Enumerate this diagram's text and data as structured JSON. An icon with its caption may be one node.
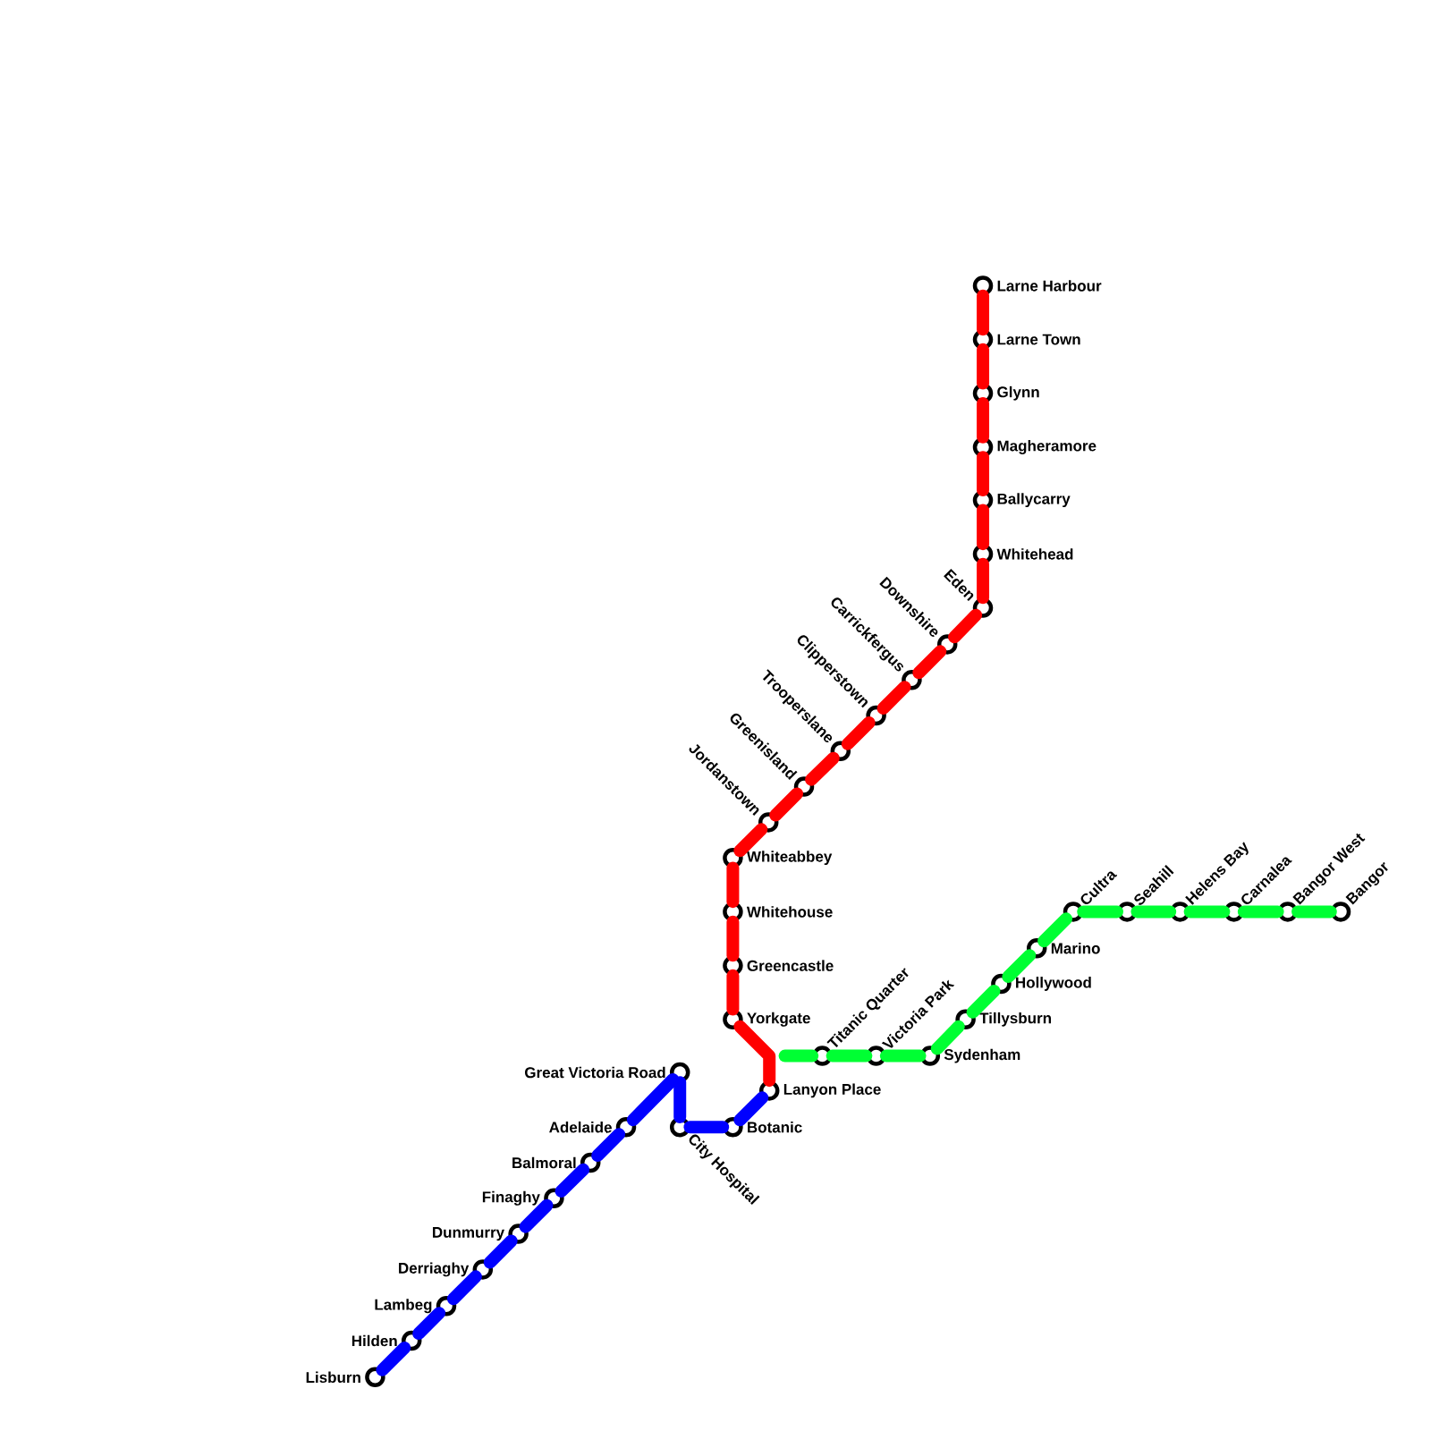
{
  "diagram": {
    "nodes": [
      {
        "text": [
          "Larne Harbour"
        ]
      },
      {
        "text": [
          "Larne Town"
        ]
      },
      {
        "text": [
          "Glynn"
        ]
      },
      {
        "text": [
          "Magheramore"
        ]
      },
      {
        "text": [
          "Ballycarry"
        ]
      },
      {
        "text": [
          "Whitehead"
        ]
      },
      {
        "text": [
          "Eden"
        ]
      },
      {
        "text": [
          "Downshire"
        ]
      },
      {
        "text": [
          "Carrickfergus"
        ]
      },
      {
        "text": [
          "Clipperstown"
        ]
      },
      {
        "text": [
          "Trooperslane"
        ]
      },
      {
        "text": [
          "Greenisland"
        ]
      },
      {
        "text": [
          "Jordanstown"
        ]
      },
      {
        "text": [
          "Whiteabbey"
        ]
      },
      {
        "text": [
          "Whitehouse"
        ]
      },
      {
        "text": [
          "Greencastle"
        ]
      },
      {
        "text": [
          "Yorkgate"
        ]
      },
      {
        "text": [
          "Lanyon Place"
        ]
      },
      {
        "text": [
          "Great Victoria Road"
        ]
      },
      {
        "text": [
          "City Hospital"
        ]
      },
      {
        "text": [
          "Botanic"
        ]
      },
      {
        "text": [
          "Adelaide"
        ]
      },
      {
        "text": [
          "Balmoral"
        ]
      },
      {
        "text": [
          "Finaghy"
        ]
      },
      {
        "text": [
          "Dunmurry"
        ]
      },
      {
        "text": [
          "Derriaghy"
        ]
      },
      {
        "text": [
          "Lambeg"
        ]
      },
      {
        "text": [
          "Hilden"
        ]
      },
      {
        "text": [
          "Lisburn"
        ]
      },
      {
        "text": [
          "Titanic Quarter"
        ]
      },
      {
        "text": [
          "Victoria Park"
        ]
      },
      {
        "text": [
          "Sydenham"
        ]
      },
      {
        "text": [
          "Tillysburn"
        ]
      },
      {
        "text": [
          "Hollywood"
        ]
      },
      {
        "text": [
          "Marino"
        ]
      },
      {
        "text": [
          "Cultra"
        ]
      },
      {
        "text": [
          "Seahill"
        ]
      },
      {
        "text": [
          "Helens Bay"
        ]
      },
      {
        "text": [
          "Carnalea"
        ]
      },
      {
        "text": [
          "Bangor West"
        ]
      },
      {
        "text": [
          "Bangor"
        ]
      }
    ],
    "edges": [
      {
        "from": 0,
        "to": 1,
        "arrow": "none",
        "color": "#ff0000"
      },
      {
        "from": 1,
        "to": 2,
        "arrow": "none",
        "color": "#ff0000"
      },
      {
        "from": 2,
        "to": 3,
        "arrow": "none",
        "color": "#ff0000"
      },
      {
        "from": 3,
        "to": 4,
        "arrow": "none",
        "color": "#ff0000"
      },
      {
        "from": 4,
        "to": 5,
        "arrow": "none",
        "color": "#ff0000"
      },
      {
        "from": 5,
        "to": 6,
        "arrow": "none",
        "color": "#ff0000"
      },
      {
        "from": 6,
        "to": 7,
        "arrow": "none",
        "color": "#ff0000"
      },
      {
        "from": 7,
        "to": 8,
        "arrow": "none",
        "color": "#ff0000"
      },
      {
        "from": 8,
        "to": 9,
        "arrow": "none",
        "color": "#ff0000"
      },
      {
        "from": 9,
        "to": 10,
        "arrow": "none",
        "color": "#ff0000"
      },
      {
        "from": 10,
        "to": 11,
        "arrow": "none",
        "color": "#ff0000"
      },
      {
        "from": 11,
        "to": 12,
        "arrow": "none",
        "color": "#ff0000"
      },
      {
        "from": 12,
        "to": 13,
        "arrow": "none",
        "color": "#ff0000"
      },
      {
        "from": 13,
        "to": 14,
        "arrow": "none",
        "color": "#ff0000"
      },
      {
        "from": 14,
        "to": 15,
        "arrow": "none",
        "color": "#ff0000"
      },
      {
        "from": 15,
        "to": 16,
        "arrow": "none",
        "color": "#ff0000"
      },
      {
        "from": 16,
        "to": 17,
        "arrow": "none",
        "color": "#ff0000"
      },
      {
        "from": 28,
        "to": 27,
        "arrow": "none",
        "color": "#0000ff"
      },
      {
        "from": 27,
        "to": 26,
        "arrow": "none",
        "color": "#0000ff"
      },
      {
        "from": 26,
        "to": 25,
        "arrow": "none",
        "color": "#0000ff"
      },
      {
        "from": 25,
        "to": 24,
        "arrow": "none",
        "color": "#0000ff"
      },
      {
        "from": 24,
        "to": 23,
        "arrow": "none",
        "color": "#0000ff"
      },
      {
        "from": 23,
        "to": 22,
        "arrow": "none",
        "color": "#0000ff"
      },
      {
        "from": 22,
        "to": 21,
        "arrow": "none",
        "color": "#0000ff"
      },
      {
        "from": 21,
        "to": 18,
        "arrow": "none",
        "color": "#0000ff"
      },
      {
        "from": 18,
        "to": 19,
        "arrow": "none",
        "color": "#0000ff"
      },
      {
        "from": 19,
        "to": 20,
        "arrow": "none",
        "color": "#0000ff"
      },
      {
        "from": 20,
        "to": 17,
        "arrow": "none",
        "color": "#0000ff"
      },
      {
        "from": null,
        "to": 29,
        "arrow": "none",
        "color": "#00ff33"
      },
      {
        "from": 29,
        "to": 30,
        "arrow": "none",
        "color": "#00ff33"
      },
      {
        "from": 30,
        "to": 31,
        "arrow": "none",
        "color": "#00ff33"
      },
      {
        "from": 31,
        "to": 32,
        "arrow": "none",
        "color": "#00ff33"
      },
      {
        "from": 32,
        "to": 33,
        "arrow": "none",
        "color": "#00ff33"
      },
      {
        "from": 33,
        "to": 34,
        "arrow": "none",
        "color": "#00ff33"
      },
      {
        "from": 34,
        "to": 35,
        "arrow": "none",
        "color": "#00ff33"
      },
      {
        "from": 35,
        "to": 36,
        "arrow": "none",
        "color": "#00ff33"
      },
      {
        "from": 36,
        "to": 37,
        "arrow": "none",
        "color": "#00ff33"
      },
      {
        "from": 37,
        "to": 38,
        "arrow": "none",
        "color": "#00ff33"
      },
      {
        "from": 38,
        "to": 39,
        "arrow": "none",
        "color": "#00ff33"
      },
      {
        "from": 39,
        "to": 40,
        "arrow": "none",
        "color": "#00ff33"
      }
    ]
  }
}
